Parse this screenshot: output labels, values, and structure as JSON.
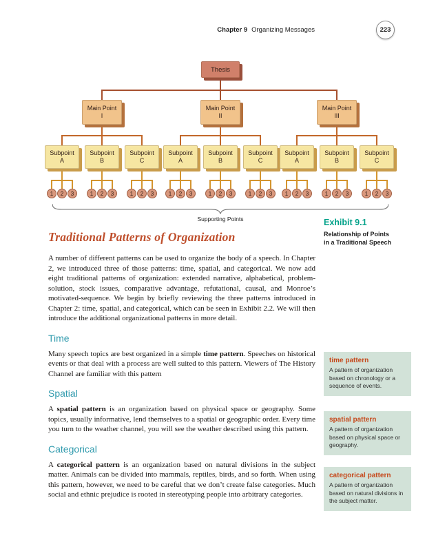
{
  "header": {
    "chapter": "Chapter 9",
    "title": "Organizing Messages",
    "page_number": "223"
  },
  "diagram": {
    "thesis": "Thesis",
    "main_point_word": "Main Point",
    "main_points": [
      "I",
      "II",
      "III"
    ],
    "subpoint_word": "Subpoint",
    "subpoints": [
      "A",
      "B",
      "C"
    ],
    "support_numbers": [
      "1",
      "2",
      "3"
    ],
    "brace_label": "Supporting Points"
  },
  "exhibit": {
    "number": "Exhibit 9.1",
    "caption_line1": "Relationship of Points",
    "caption_line2": "in a Traditional Speech"
  },
  "article": {
    "title": "Traditional Patterns of Organization",
    "intro": "A number of different patterns can be used to organize the body of a speech. In Chapter 2, we introduced three of those patterns: time, spatial, and categorical. We now add eight traditional patterns of organization: extended narrative, alphabetical, problem-solution, stock issues, comparative advantage, refutational, causal, and Monroe’s motivated-sequence. We begin by briefly reviewing the three patterns introduced in Chapter 2: time, spatial, and categorical, which can be seen in Exhibit 2.2. We will then introduce the additional organizational patterns in more detail.",
    "sections": [
      {
        "heading": "Time",
        "body": [
          {
            "t": "Many speech topics are best organized in a simple "
          },
          {
            "t": "time pattern",
            "b": true
          },
          {
            "t": ". Speeches on historical events or that deal with a process are well suited to this pattern. Viewers of The History Channel are familiar with this pattern"
          }
        ]
      },
      {
        "heading": "Spatial",
        "body": [
          {
            "t": "A "
          },
          {
            "t": "spatial pattern",
            "b": true
          },
          {
            "t": " is an organization based on physical space or geography. Some topics, usually informative, lend themselves to a spatial or geographic order. Every time you turn to the weather channel, you will see the weather described using this pattern."
          }
        ]
      },
      {
        "heading": "Categorical",
        "body": [
          {
            "t": "A "
          },
          {
            "t": "categorical pattern",
            "b": true
          },
          {
            "t": " is an organization based on natural divisions in the subject matter. Animals can be divided into mammals, reptiles, birds, and so forth. When using this pattern, however, we need to be careful that we don’t create false categories. Much social and ethnic prejudice is rooted in stereotyping people into arbitrary categories."
          }
        ]
      }
    ]
  },
  "definitions": [
    {
      "term": "time pattern",
      "definition": "A pattern of organization based on chronology or a sequence of events."
    },
    {
      "term": "spatial pattern",
      "definition": "A pattern of organization based on physical space or geography."
    },
    {
      "term": "categorical pattern",
      "definition": "A pattern of organization based on natural divisions in the subject matter."
    }
  ],
  "colors": {
    "section_heading": "#2f9aad",
    "exhibit_accent": "#00a189",
    "article_title": "#bf4f2c",
    "definition_term": "#c64a1d",
    "definition_bg": "#d2e2d8",
    "thesis_box": "#d0806a",
    "thesis_shadow": "#9a4f3b",
    "main_box": "#f1c38b",
    "main_shadow": "#b4713d",
    "sub_box": "#f6e6a2",
    "sub_shadow": "#c99c4b",
    "circle_fill": "#d9987d",
    "line_level1": "#a6502e",
    "line_level2": "#c2682a",
    "line_level3": "#d4952f"
  }
}
